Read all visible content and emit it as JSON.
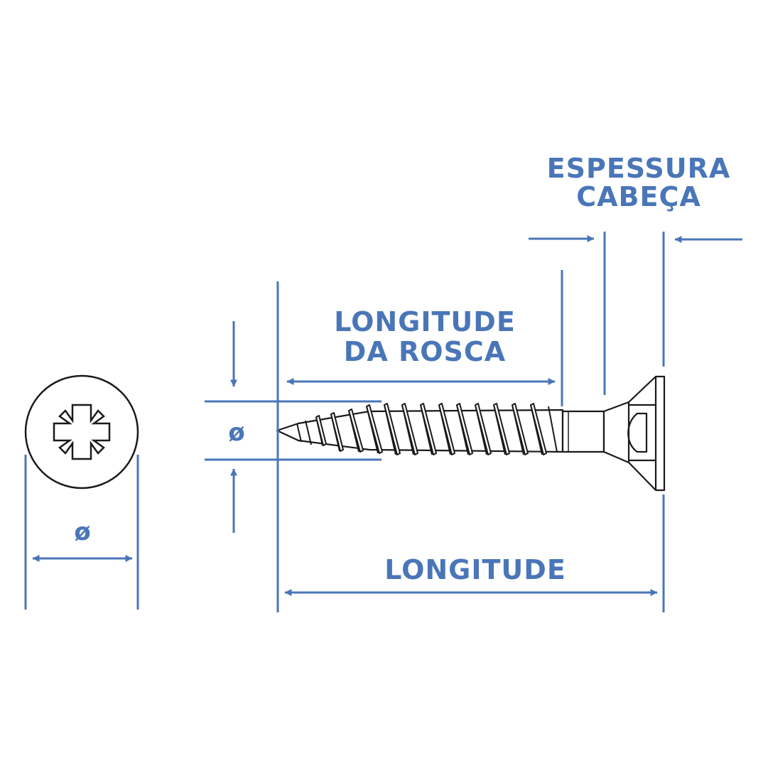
{
  "colors": {
    "accent": "#4a76b8",
    "outline": "#1a1a1a",
    "background": "#ffffff"
  },
  "labels": {
    "head_thickness_line1": "ESPESSURA",
    "head_thickness_line2": "CABEÇA",
    "thread_length_line1": "LONGITUDE",
    "thread_length_line2": "DA ROSCA",
    "length": "LONGITUDE",
    "head_diameter_symbol": "ø",
    "shank_diameter_symbol": "ø"
  },
  "icons": {
    "head_drive": "pozidriv-cross-icon",
    "screw": "countersunk-screw-icon"
  }
}
